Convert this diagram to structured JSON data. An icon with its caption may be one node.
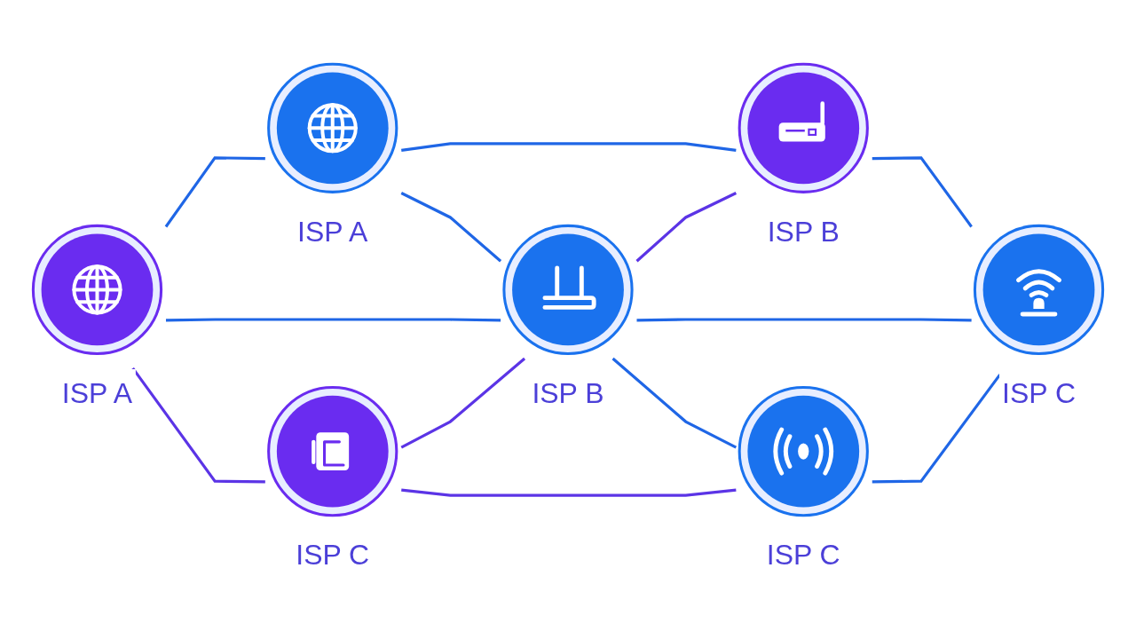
{
  "diagram": {
    "nodes": [
      {
        "text": [
          "ISP A"
        ]
      },
      {
        "text": [
          "ISP B"
        ]
      },
      {
        "text": [
          "ISP A"
        ]
      },
      {
        "text": [
          "ISP B"
        ]
      },
      {
        "text": [
          "ISP C"
        ]
      },
      {
        "text": [
          "ISP C"
        ]
      },
      {
        "text": [
          "ISP C"
        ]
      }
    ],
    "edges": [
      {
        "from": 0,
        "to": 1,
        "arrow": "none"
      },
      {
        "from": 2,
        "to": 0,
        "arrow": "none"
      },
      {
        "from": 0,
        "to": 3,
        "arrow": "none"
      },
      {
        "from": 3,
        "to": 1,
        "arrow": "none",
        "color": "#5b34e6"
      },
      {
        "from": 1,
        "to": 4,
        "arrow": "none"
      },
      {
        "from": 2,
        "to": 3,
        "arrow": "none"
      },
      {
        "from": 3,
        "to": 4,
        "arrow": "none"
      },
      {
        "from": 2,
        "to": 5,
        "arrow": "none",
        "color": "#5b34e6"
      },
      {
        "from": 5,
        "to": 3,
        "arrow": "none",
        "color": "#5b34e6"
      },
      {
        "from": 3,
        "to": 6,
        "arrow": "none"
      },
      {
        "from": 6,
        "to": 4,
        "arrow": "none"
      },
      {
        "from": 5,
        "to": 6,
        "arrow": "none",
        "color": "#5b34e6"
      }
    ]
  }
}
